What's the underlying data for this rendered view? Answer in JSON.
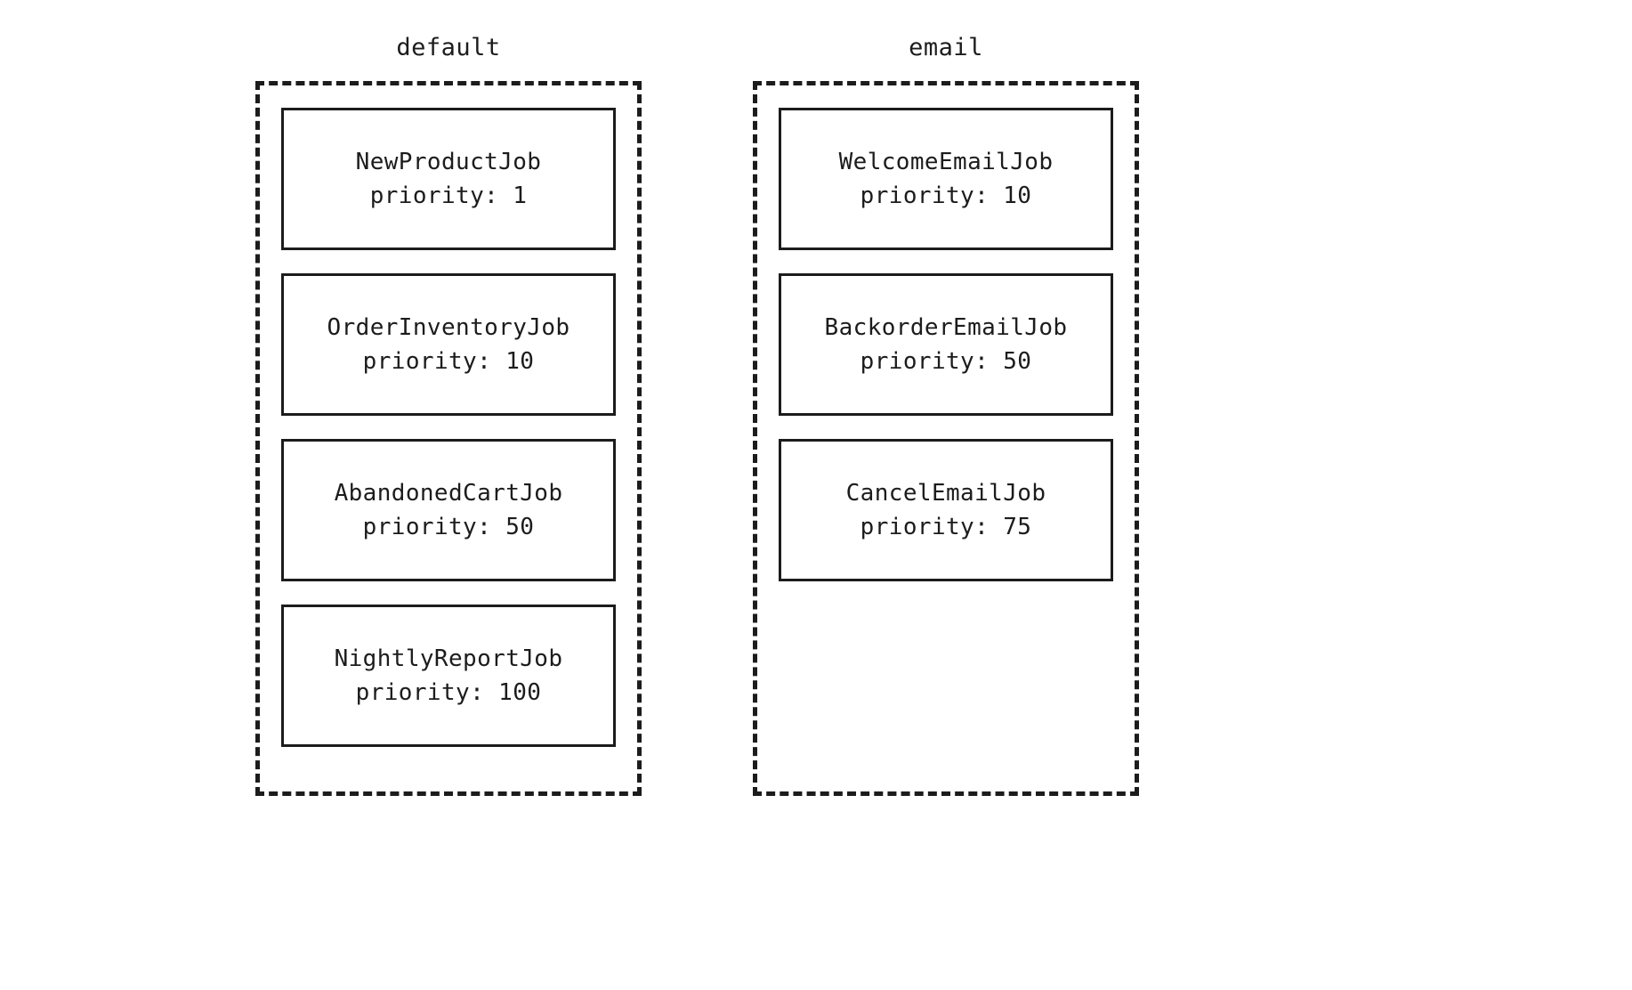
{
  "diagram": {
    "type": "queue-partition-diagram",
    "background_color": "#ffffff",
    "line_color": "#1c1c1c",
    "priority_label_prefix": "priority: ",
    "queues": [
      {
        "name": "default",
        "jobs": [
          {
            "name": "NewProductJob",
            "priority": 1,
            "priority_text": "priority: 1"
          },
          {
            "name": "OrderInventoryJob",
            "priority": 10,
            "priority_text": "priority: 10"
          },
          {
            "name": "AbandonedCartJob",
            "priority": 50,
            "priority_text": "priority: 50"
          },
          {
            "name": "NightlyReportJob",
            "priority": 100,
            "priority_text": "priority: 100"
          }
        ]
      },
      {
        "name": "email",
        "jobs": [
          {
            "name": "WelcomeEmailJob",
            "priority": 10,
            "priority_text": "priority: 10"
          },
          {
            "name": "BackorderEmailJob",
            "priority": 50,
            "priority_text": "priority: 50"
          },
          {
            "name": "CancelEmailJob",
            "priority": 75,
            "priority_text": "priority: 75"
          }
        ]
      }
    ]
  }
}
